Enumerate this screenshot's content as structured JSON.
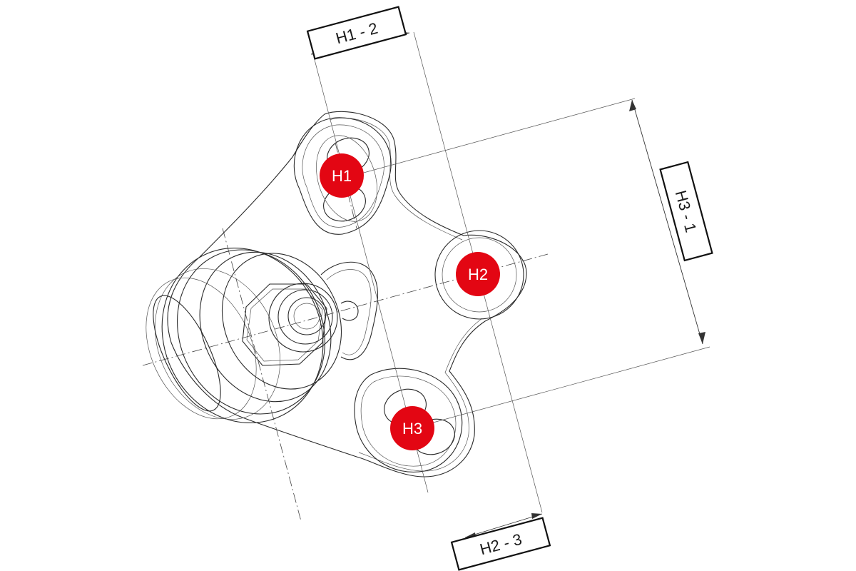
{
  "labels": {
    "h1_2": "H1 - 2",
    "h2_3": "H2 - 3",
    "h3_1": "H3 - 1"
  },
  "markers": {
    "h1": "H1",
    "h2": "H2",
    "h3": "H3"
  },
  "colors": {
    "marker_fill": "#e30613",
    "line": "#2a2a2a"
  }
}
